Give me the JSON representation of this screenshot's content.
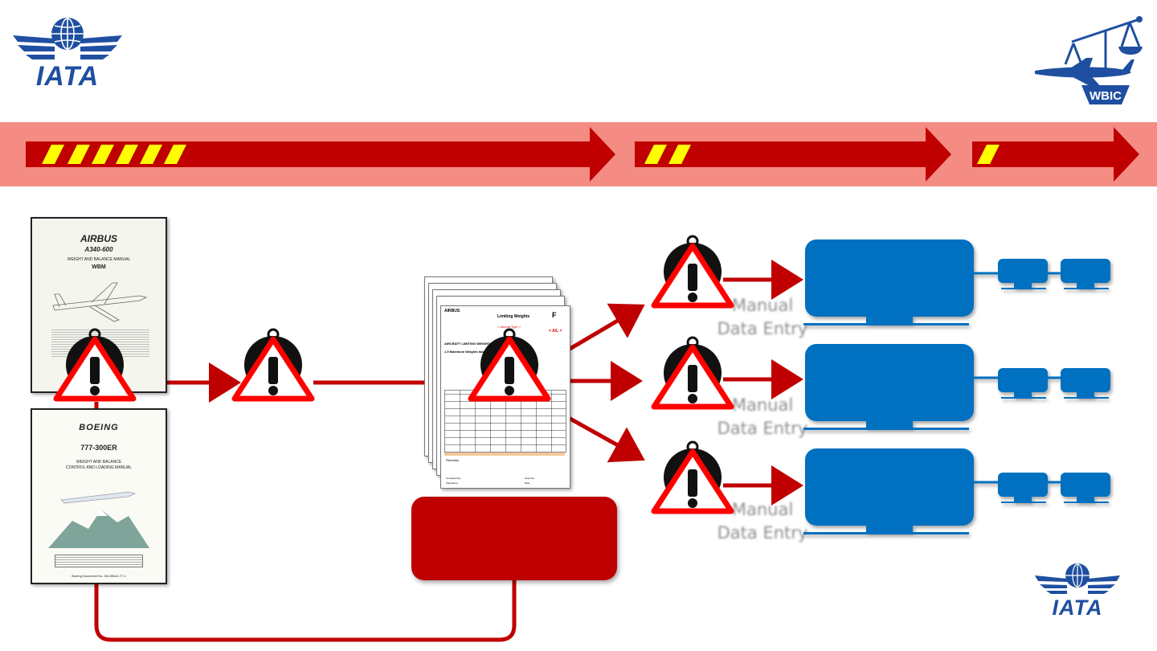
{
  "logos": {
    "iata_text": "IATA",
    "wbic_text": "WBIC"
  },
  "manuals": {
    "airbus": {
      "brand": "AIRBUS",
      "model": "A340-600",
      "title": "WEIGHT AND BALANCE MANUAL",
      "code": "WBM"
    },
    "boeing": {
      "brand": "BOEING",
      "model": "777-300ER",
      "title_line1": "WEIGHT AND BALANCE",
      "title_line2": "CONTROL AND LOADING MANUAL",
      "footer": "Boeing Document No. D6-38642-77-1"
    }
  },
  "forms": {
    "header": "AIRBUS",
    "title": "Limiting Weights",
    "code": "F",
    "aircraft_type": "< Aircraft Type >",
    "al_code": "< A/L >",
    "section": "AIRCRAFT LIMITING WEIGHTS",
    "subsection": "1.5  Maximum Weights tables",
    "remarks": "Remarks",
    "completed_by": "Completed by",
    "signature": "(Signature)",
    "issue_no": "Issue No.",
    "date": "Date"
  },
  "manual_entry_labels": [
    {
      "line1": "Manual",
      "line2": "Data Entry"
    },
    {
      "line1": "Manual",
      "line2": "Data Entry"
    },
    {
      "line1": "Manual",
      "line2": "Data Entry"
    }
  ],
  "colors": {
    "banner_bg": "#f48c84",
    "arrow_red": "#c00000",
    "stripe_yellow": "#ffff00",
    "system_blue": "#0070c0",
    "warning_red": "#ff0000",
    "iata_blue": "#1f4fa0"
  },
  "icons": [
    "globe-wings-logo",
    "scale-airplane-logo",
    "warning-icon",
    "stopwatch-icon",
    "computer-icon"
  ]
}
